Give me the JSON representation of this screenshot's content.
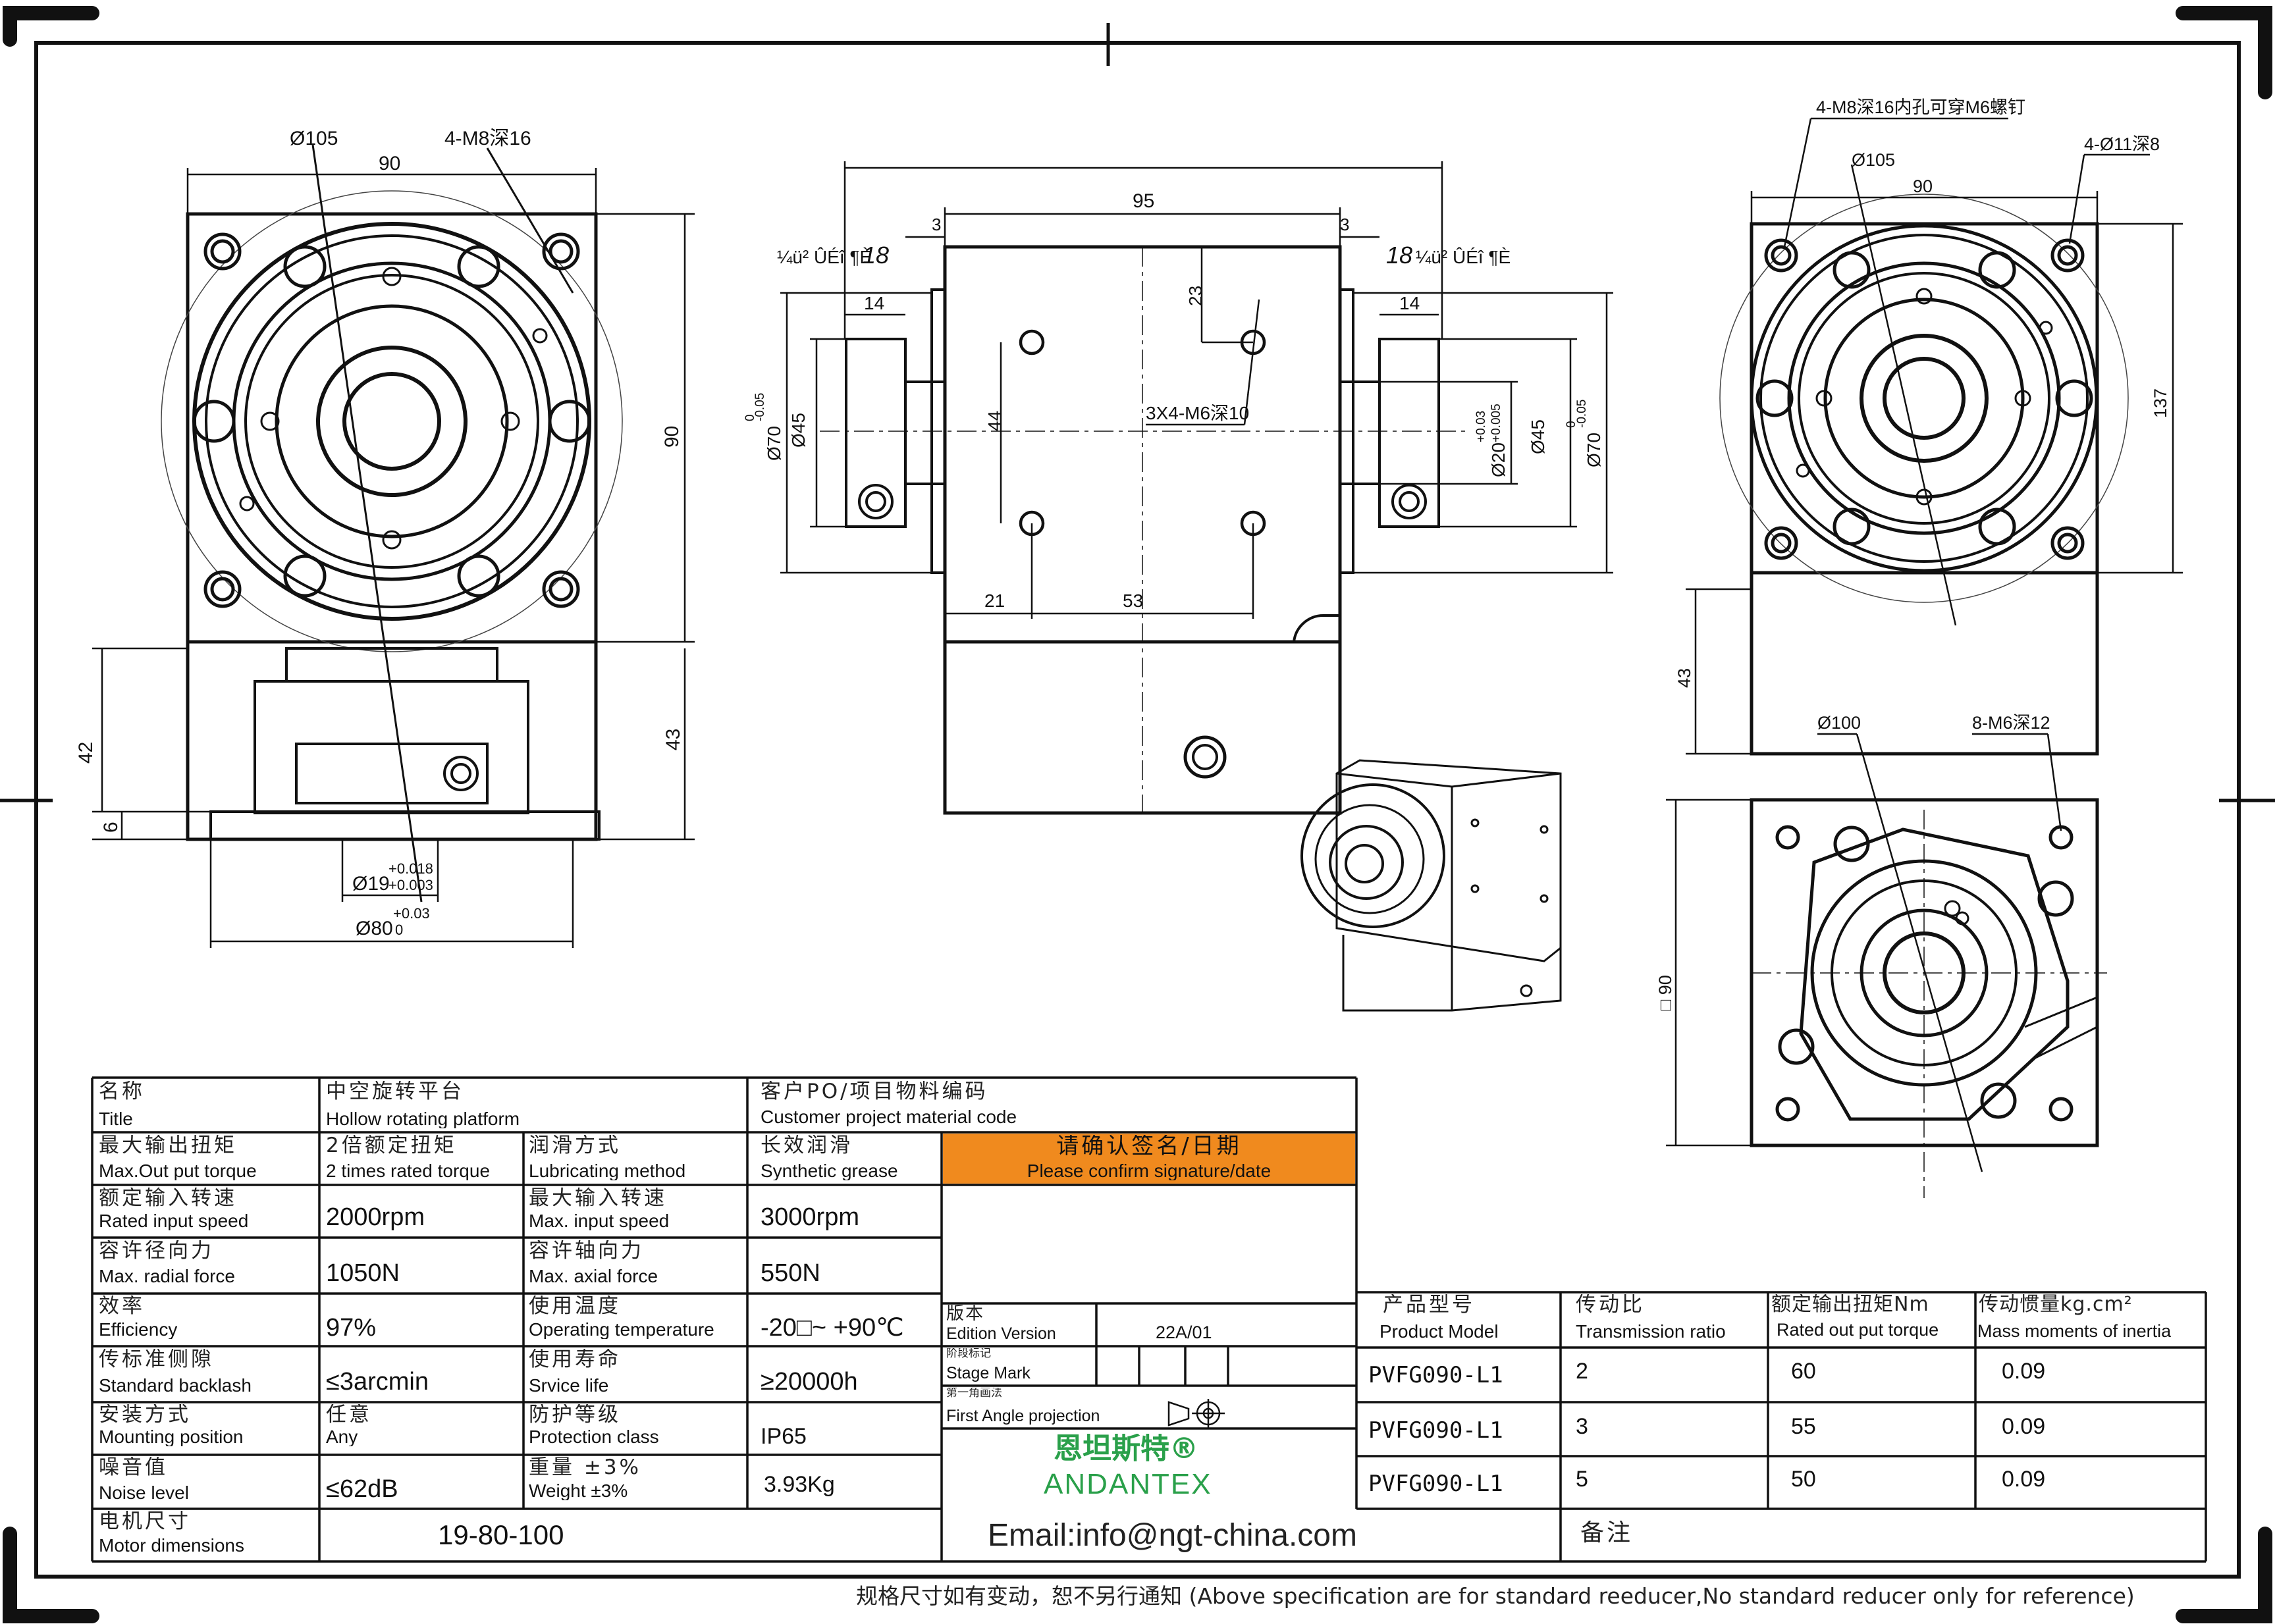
{
  "labels": {
    "front": {
      "d105": "Ø105",
      "tap": "4-M8深16",
      "w90": "90",
      "h90": "90",
      "h42": "42",
      "h6": "6",
      "h43": "43",
      "bore": "Ø19",
      "bore_tol_hi": "+0.018",
      "bore_tol_lo": "+0.003",
      "pilot": "Ø80",
      "pilot_tol_hi": "+0.03",
      "pilot_tol_lo": "0"
    },
    "side": {
      "garble_left": "¼ü² ÛÉî ¶È",
      "garble_right": "¼ü² ÛÉî ¶È",
      "d18": "18",
      "w95": "95",
      "g3l": "3",
      "g3r": "3",
      "w14l": "14",
      "w14r": "14",
      "d23": "23",
      "d44": "44",
      "holes": "3X4-M6深10",
      "d21": "21",
      "d53": "53",
      "o70l": "Ø70",
      "o70l_tol": "-0.05",
      "o70l_tol0": "0",
      "o45l": "Ø45",
      "o20": "Ø20",
      "o20_tol_hi": "+0.03",
      "o20_tol_lo": "+0.005",
      "o45r": "Ø45",
      "o70r": "Ø70",
      "o70r_tol": "-0.05",
      "o70r_tol0": "0"
    },
    "right": {
      "through": "4-M8深16内孔可穿M6螺钉",
      "holes11": "4-Ø11深8",
      "d105": "Ø105",
      "w90": "90",
      "h137": "137",
      "h43": "43",
      "d100": "Ø100",
      "m6": "8-M6深12",
      "sq90": "□ 90"
    }
  },
  "table": {
    "title_zh": "名称",
    "title_en": "Title",
    "title_value_zh": "中空旋转平台",
    "title_value_en": "Hollow rotating platform",
    "cust_zh": "客户PO/项目物料编码",
    "cust_en": "Customer project material code",
    "rows": [
      {
        "zh1": "最大输出扭矩",
        "en1": "Max.Out put torque",
        "v1zh": "2倍额定扭矩",
        "v1en": "2 times rated torque",
        "zh2": "润滑方式",
        "en2": "Lubricating method",
        "v2zh": "长效润滑",
        "v2en": "Synthetic grease"
      },
      {
        "zh1": "额定输入转速",
        "en1": "Rated input speed",
        "v1": "2000rpm",
        "zh2": "最大输入转速",
        "en2": "Max. input speed",
        "v2": "3000rpm"
      },
      {
        "zh1": "容许径向力",
        "en1": "Max. radial force",
        "v1": "1050N",
        "zh2": "容许轴向力",
        "en2": "Max. axial force",
        "v2": "550N"
      },
      {
        "zh1": "效率",
        "en1": "Efficiency",
        "v1": "97%",
        "zh2": "使用温度",
        "en2": "Operating temperature",
        "v2": "-20□~ +90℃"
      },
      {
        "zh1": "传标准侧隙",
        "en1": "Standard backlash",
        "v1": "≤3arcmin",
        "zh2": "使用寿命",
        "en2": "Srvice life",
        "v2": "≥20000h"
      },
      {
        "zh1": "安装方式",
        "en1": "Mounting position",
        "v1zh": "任意",
        "v1en": "Any",
        "zh2": "防护等级",
        "en2": "Protection class",
        "v2": "IP65"
      },
      {
        "zh1": "噪音值",
        "en1": "Noise level",
        "v1": "≤62dB",
        "zh2": "重量 ±3%",
        "en2": "Weight ±3%",
        "v2": "3.93Kg"
      }
    ],
    "motor_zh": "电机尺寸",
    "motor_en": "Motor dimensions",
    "motor_value": "19-80-100",
    "confirm_zh": "请确认签名/日期",
    "confirm_en": "Please confirm signature/date",
    "edition_zh": "版本",
    "edition_en": "Edition Version",
    "edition_value": "22A/01",
    "stage_zh": "阶段标记",
    "stage_en": "Stage Mark",
    "proj_zh": "第一角画法",
    "proj_en": "First Angle projection",
    "brand_zh": "恩坦斯特®",
    "brand_en": "ANDANTEX",
    "email": "Email:info@ngt-china.com",
    "remark": "备注",
    "model_head": [
      {
        "zh": "产品型号",
        "en": "Product Model"
      },
      {
        "zh": "传动比",
        "en": "Transmission ratio"
      },
      {
        "zh": "额定输出扭矩Nm",
        "en": "Rated out put torque"
      },
      {
        "zh": "传动惯量kg.cm²",
        "en": "Mass moments of inertia"
      }
    ],
    "models": [
      {
        "model": "PVFG090-L1",
        "ratio": "2",
        "torque": "60",
        "inertia": "0.09"
      },
      {
        "model": "PVFG090-L1",
        "ratio": "3",
        "torque": "55",
        "inertia": "0.09"
      },
      {
        "model": "PVFG090-L1",
        "ratio": "5",
        "torque": "50",
        "inertia": "0.09"
      }
    ]
  },
  "footer": "规格尺寸如有变动，恕不另行通知  (Above specification are for standard reeducer,No standard reducer only for reference)",
  "colors": {
    "accent_orange": "#f08a1e",
    "brand_green": "#2aa04a"
  }
}
